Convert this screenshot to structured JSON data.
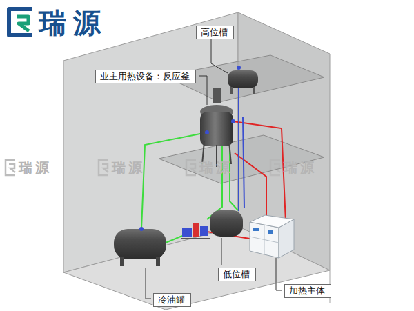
{
  "diagram": {
    "nodes": [
      {
        "text": [
          "高位槽"
        ]
      },
      {
        "text": [
          "业主用热设备：反应釜"
        ]
      },
      {
        "text": [
          "低位槽"
        ]
      },
      {
        "text": [
          "加热主体"
        ]
      },
      {
        "text": [
          "冷油罐"
        ]
      }
    ],
    "labels": [
      "瑞源",
      "瑞源",
      "瑞源",
      "瑞源",
      "瑞源"
    ]
  }
}
